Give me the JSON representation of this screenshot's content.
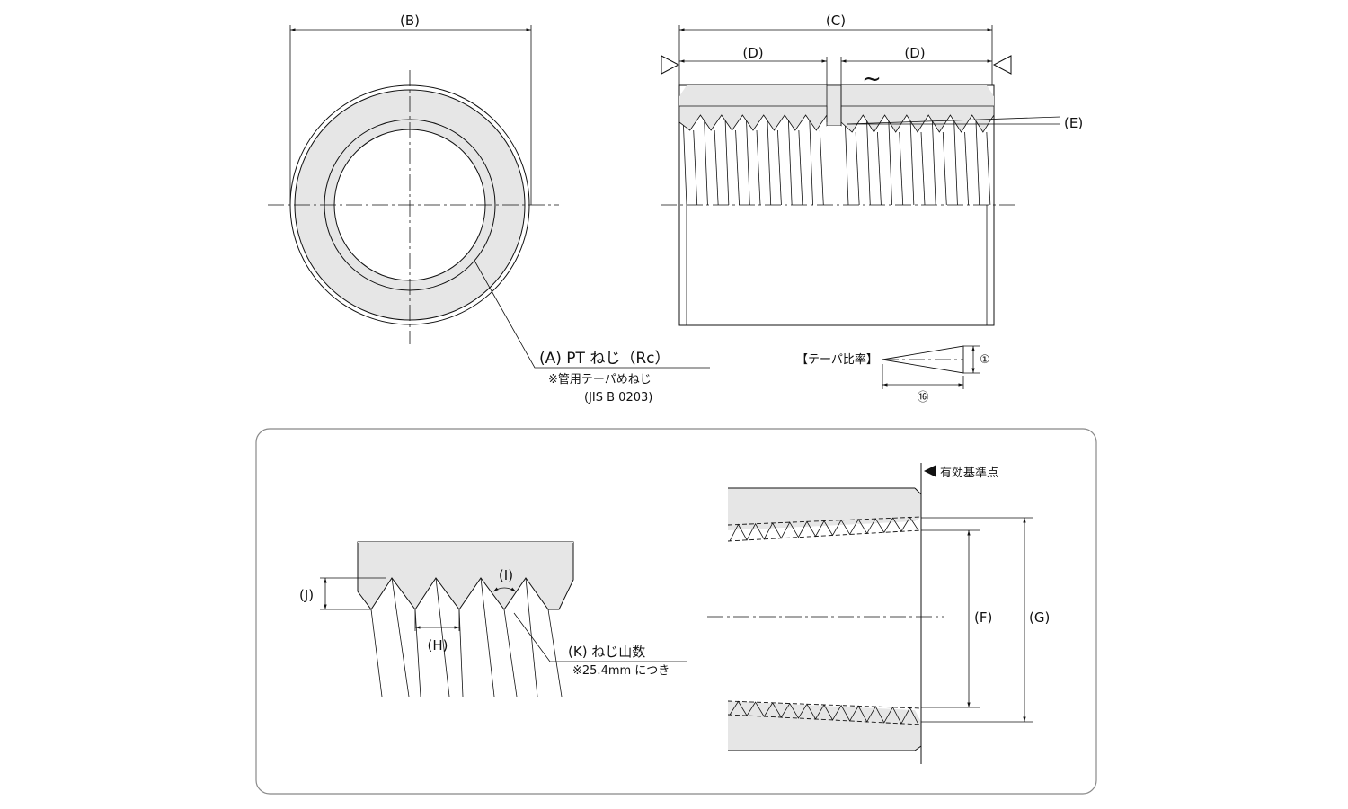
{
  "colors": {
    "fill": "#e6e6e6",
    "line": "#111111",
    "panel_border": "#888888"
  },
  "front_view": {
    "dim_b": "(B)",
    "thread_label": "(A) PT ねじ（Rc）",
    "thread_note": "※管用テーパめねじ",
    "standard": "(JIS B 0203)"
  },
  "side_view": {
    "dim_c": "(C)",
    "dim_d_left": "(D)",
    "dim_d_right": "(D)",
    "dim_e": "(E)",
    "tilde": "~"
  },
  "taper": {
    "title": "【テーパ比率】",
    "rise": "①",
    "run": "⑯"
  },
  "detail": {
    "dim_j": "(J)",
    "dim_h": "(H)",
    "dim_i": "(I)",
    "thread_count_label": "(K) ねじ山数",
    "thread_count_note": "※25.4mm につき"
  },
  "section": {
    "reference_label": "有効基準点",
    "dim_f": "(F)",
    "dim_g": "(G)"
  }
}
